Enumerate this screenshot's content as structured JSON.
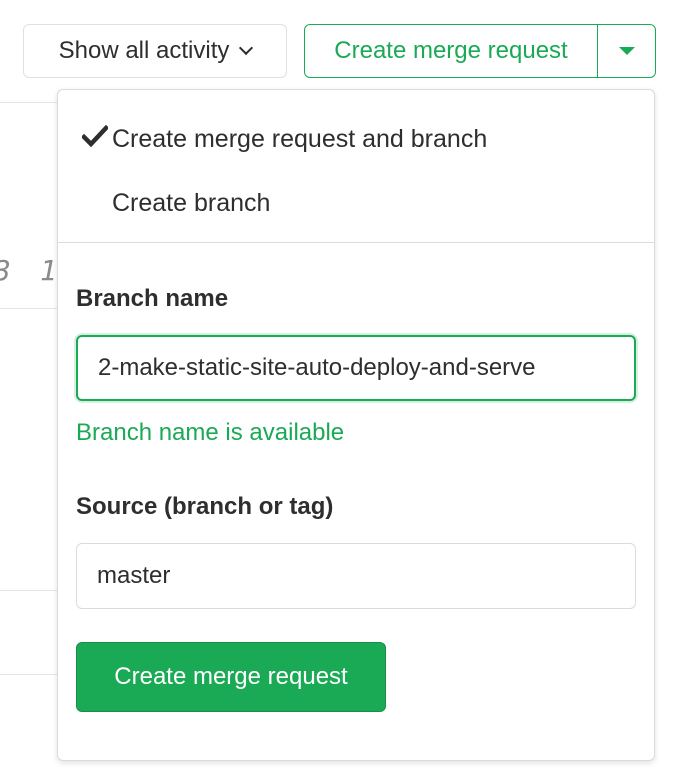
{
  "toolbar": {
    "activity_filter_label": "Show all activity",
    "create_mr_label": "Create merge request"
  },
  "dropdown": {
    "options": [
      {
        "label": "Create merge request and branch",
        "selected": true
      },
      {
        "label": "Create branch",
        "selected": false
      }
    ],
    "branch_name_label": "Branch name",
    "branch_name_value": "2-make-static-site-auto-deploy-and-serve",
    "branch_status": "Branch name is available",
    "source_label": "Source (branch or tag)",
    "source_value": "master",
    "submit_label": "Create merge request"
  },
  "colors": {
    "accent_green": "#1aaa55",
    "border_gray": "#dbdbdb",
    "text_dark": "#2e2e2e"
  }
}
